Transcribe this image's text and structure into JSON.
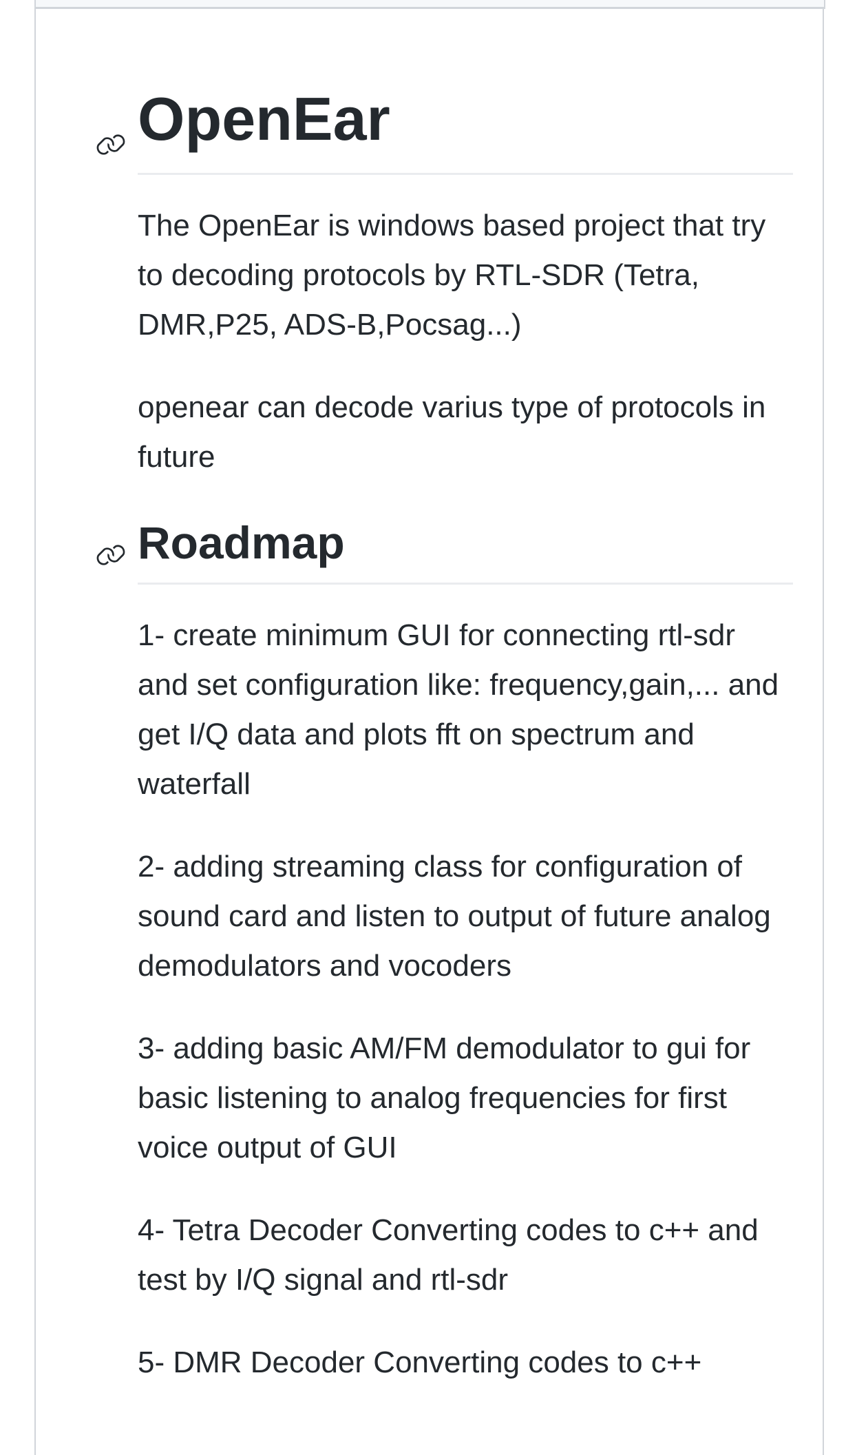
{
  "title": "OpenEar",
  "intro": [
    "The OpenEar is windows based project that try to decoding protocols by RTL-SDR (Tetra, DMR,P25, ADS-B,Pocsag...)",
    "openear can decode varius type of protocols in future"
  ],
  "roadmap": {
    "heading": "Roadmap",
    "items": [
      "1- create minimum GUI for connecting rtl-sdr and set configuration like: frequency,gain,... and get I/Q data and plots fft on spectrum and waterfall",
      "2- adding streaming class for configuration of sound card and listen to output of future analog demodulators and vocoders",
      "3- adding basic AM/FM demodulator to gui for basic listening to analog frequencies for first voice output of GUI",
      "4- Tetra Decoder Converting codes to c++ and test by I/Q signal and rtl-sdr",
      "5- DMR Decoder Converting codes to c++"
    ]
  },
  "icons": {
    "anchor": "link-icon"
  }
}
